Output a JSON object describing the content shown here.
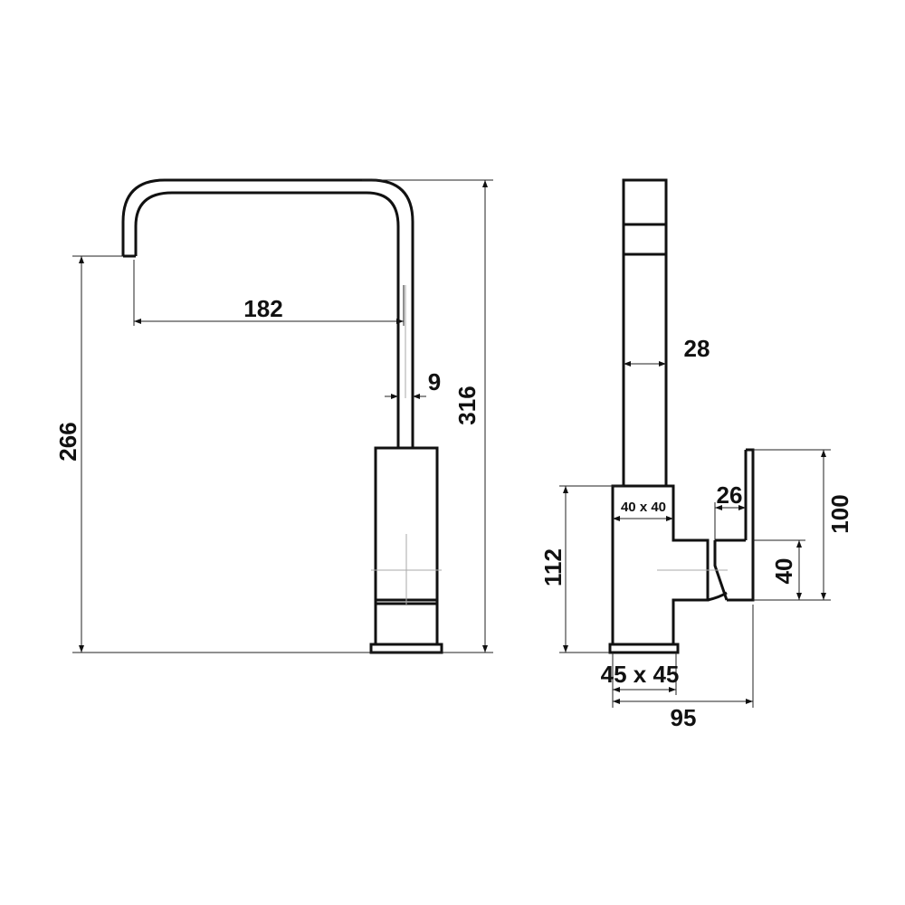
{
  "drawing": {
    "side_view": {
      "spout_reach": "182",
      "spout_diameter": "9",
      "total_height": "316",
      "spout_height": "266"
    },
    "front_view": {
      "spout_width": "28",
      "body_section": "40 x 40",
      "lever_depth": "26",
      "lever_height": "100",
      "lever_width": "40",
      "body_height": "112",
      "base_section": "45 x 45",
      "total_depth": "95"
    }
  }
}
